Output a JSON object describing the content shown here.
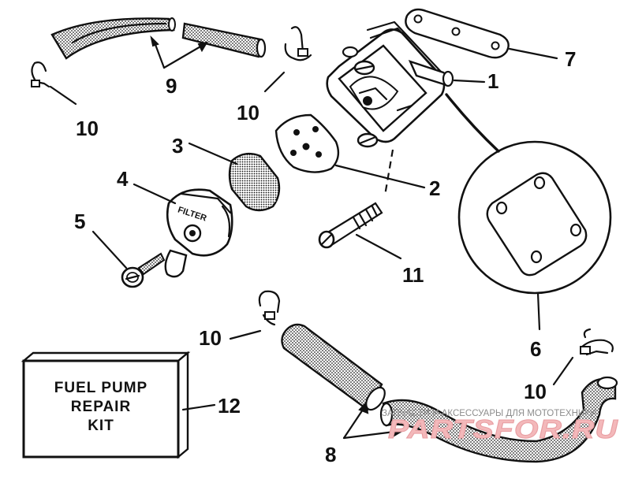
{
  "callouts": {
    "c1": "1",
    "c2": "2",
    "c3": "3",
    "c4": "4",
    "c5": "5",
    "c6": "6",
    "c7": "7",
    "c8": "8",
    "c9": "9",
    "c10a": "10",
    "c10b": "10",
    "c10c": "10",
    "c10d": "10",
    "c11": "11",
    "c12": "12"
  },
  "kit_box": {
    "line1": "FUEL PUMP",
    "line2": "REPAIR",
    "line3": "KIT"
  },
  "filter_label": "FILTER",
  "watermark": {
    "tagline": "ЗАПЧАСТИ И АКСЕССУАРЫ ДЛЯ МОТОТЕХНИКИ",
    "brand": "PARTSFOR.RU"
  },
  "colors": {
    "ink": "#111111",
    "watermark_brand": "#f3b8ba",
    "watermark_text": "#8d8d8d"
  }
}
